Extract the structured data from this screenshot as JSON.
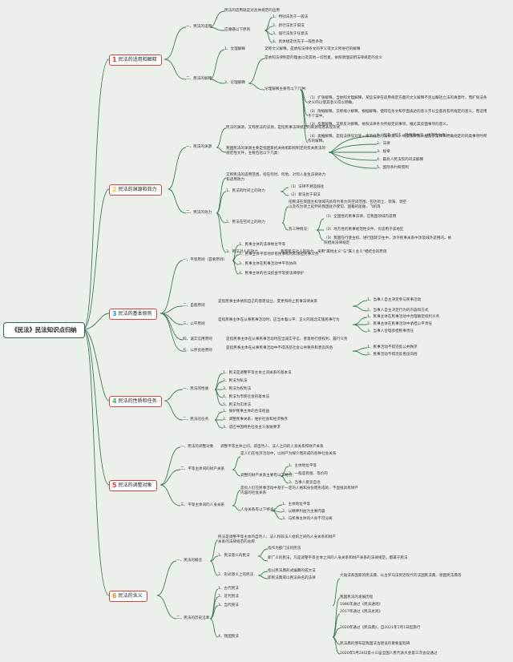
{
  "root": "《民法》民法知识点归纳",
  "colors": {
    "line": "#3e7c5d",
    "branch_border": "#c9463d",
    "n1": "#e5392e",
    "n2": "#f4c430",
    "n3": "#2e8fd6",
    "n4": "#4caf50",
    "n5": "#e5392e",
    "n6": "#f08c1c"
  },
  "branches": [
    {
      "num": "1",
      "label": "民法的适用和解释"
    },
    {
      "num": "2",
      "label": "民法的渊源和效力"
    },
    {
      "num": "3",
      "label": "民法的基本原则"
    },
    {
      "num": "4",
      "label": "民法的性质和任务"
    },
    {
      "num": "5",
      "label": "民法的调整对象"
    },
    {
      "num": "6",
      "label": "民法的含义"
    }
  ],
  "b1": {
    "s1": "一、民法的适用",
    "s1a": "民法的适用就是对具体规范的运用",
    "s1b": "应遵循以下原则",
    "s1b_items": [
      "1、特别法优于一般法",
      "2、新行法优于旧法",
      "3、强行法优于任意法",
      "4、具体规定优先于一般性条款"
    ],
    "s2": "二、民法的解释",
    "s2a": "1、文理解释",
    "s2a_t": "又称文义解释，是依照法律条文的字义或文义所进行的解释",
    "s2b": "2、论理解释",
    "s2b_t": "是依照法律制定的理由以及其他一切因素，依照情理说明法律规定的含义",
    "s2b_sub": "论理解释主要有以下几种：",
    "s2b_items": [
      "（1）扩张解释。当依照文理解释，某些法律在适用规定方面的文义解释不足以概括立法的真意时，而扩张法条文义的以使其意义得以明确。",
      "（2）限缩解释。又称缩小解释，根据解释，使得在条文和字面表达的意义不以全部具有所规定的意义，而适用于个案中。",
      "（3）反面解释。又称反对解释。依照法律条文所规定的事项，推论其反面事项的意义。",
      "（4）类推解释。是指法律仅对某一事项规定的法律意义，将该法律意义推及于法律未明确规定的同类事项时所作的解释。"
    ]
  },
  "b2": {
    "s1": "一、民法的渊源",
    "s1a": "民法的渊源，又称民法的法源，是指民事法律规范的来源或者表现形式",
    "s1b": "我国民法的渊源主要是指国家机关依照职权制定的有关民法的规范性文件，主要包括以下几类：",
    "s1b_items": [
      "1、宪法（宪法、民事基本法、规范性文件）",
      "2、法律",
      "3、规章",
      "4、最高人民法院的司法解释",
      "5、国际条约和惯例"
    ],
    "s2": "二、民法的效力",
    "s2a": "又称民法的适用范围，指在何时、何地、对何人发生法律效力和适用效力",
    "s2b": "1、民法的时间上的效力",
    "s2b_items": [
      "（1）法律不溯及既往",
      "（2）新法优于旧法"
    ],
    "s2c": "2、民法在空间上的效力",
    "s2c_t": "指民法在我国主权领域内具有约束力的空间范围，包括领土、领海、领空以及作为领土延伸的我国驻外使馆、国籍的船舶、飞机等",
    "s2c_sub": "有三种情况：",
    "s2c_items": [
      "（1）全国性的民事法律，在我国领域内适用",
      "（2）地方性的民事规范性文件，仅适用于该地区",
      "（3）我国在行使主权、进行国际交往中，涉外民事关系中涉及域外适用的，依照相关法律规定"
    ],
    "s2d": "3、民法对人的效力",
    "s2d_t": "我国民法对人的效力，采用\"属地主义\"与\"属人主义\"相结合的原则"
  },
  "b3": {
    "s1": "一、平等原则（首要原则）",
    "s1_items": [
      "1、民事主体的法律地位平等",
      "2、民事主体平等地享有民事权利和承担民事义务",
      "3、民事主体在民事活动中平等协商",
      "4、民事主体的合法权益平等受法律保护"
    ],
    "s2": "二、自愿原则",
    "s2_t": "是指民事主体依照自己的意愿设立、变更和终止民事法律关系",
    "s2_items": [
      "1、当事人自主决定参与民事活动",
      "2、当事人自主决定行为的内容和方式"
    ],
    "s3": "三、公平原则",
    "s3_t": "是指民事主体在从事民事活动时，应当本着公平、正义的观念实施民事行为",
    "s3_items": [
      "1、民事主体在民事活动中合理确定权利义务",
      "2、民事主体在民事活动中承担公平责任",
      "3、当事人合理承担民事责任"
    ],
    "s4": "四、诚实信用原则",
    "s4_t": "是指民事主体在从事民事活动时应当诚实守信、善意地行使权利、履行义务",
    "s5": "五、公序良俗原则",
    "s5_t": "是指民事主体在从事民事活动中不得违反社会公共秩序和善良风俗",
    "s5_items": [
      "1、民事活动不得违反公共秩序",
      "2、民事活动不得违反善良风俗"
    ]
  },
  "b4": {
    "s1": "一、民法的性质",
    "s1_items": [
      "1、民法是调整平等主体之间关系的基本法",
      "2、民法为私法",
      "3、民法为权利法",
      "4、民法为市民社会的基本法",
      "5、民法为实体法"
    ],
    "s2": "二、民法的任务",
    "s2_items": [
      "1、保护民事主体的合法权益",
      "2、调整民事关系，维护社会和经济秩序",
      "3、适应中国特色社会主义发展要求"
    ]
  },
  "b5": {
    "s1": "一、民法的调整对象",
    "s1_t": "调整平等主体之间，即自然人、法人之间的人身关系和财产关系",
    "s2": "二、平等主体间的财产关系",
    "s2_t": "是人们在经济活动中，以财产为媒介而形成的各种社会关系",
    "s2_sub": "调整的财产关系主要有以下特点：",
    "s2_items": [
      "1、主体地位平等",
      "2、一般是有偿、等价的",
      "3、当事人意思自治"
    ],
    "s3": "三、平等主体间的人身关系",
    "s3_t": "是指人们在民事活动中基于一定的人格和身份而形成的、不直接具有财产内容的社会关系",
    "s3_sub": "人身关系有以下特点：",
    "s3_items": [
      "1、主体地位平等",
      "2、以精神利益为主要内容",
      "3、与民事主体的人身不可分离"
    ]
  },
  "b6": {
    "s1": "一、民法的概念",
    "s1_t": "民法是调整平等主体的自然人、法人和非法人组织之间的人身关系和财产关系的法律规范的总称",
    "s1a": "1、民法意义的民法",
    "s1a_items": [
      "指作为部门法的民法",
      "即广义的民法，凡是调整平等主体之间的人身关系和财产关系的法律规范，都属于民法"
    ],
    "s1b": "2、形式意义上的民法",
    "s1b_items": [
      "指以民法典形式编纂的成文法",
      "即民法典或以民法命名的法律"
    ],
    "s2": "二、民法的历史沿革",
    "s2_items": [
      "1、古代民法",
      "2、近代民法",
      "3、当代民法",
      "4、我国民法"
    ],
    "s2_right": [
      "大陆法系国家的民法典，从古罗马法到近现代的法国民法典、德国民法典等",
      "我国民法的发展历程",
      "1986年通过《民法通则》",
      "2017年通过《民法总则》",
      "2020年通过《民法典》，自2021年1月1日起施行",
      "民法典的颁布是我国法治建设的重要里程碑",
      "2020年5月28日第十三届全国人民代表大会第三次会议通过"
    ]
  }
}
